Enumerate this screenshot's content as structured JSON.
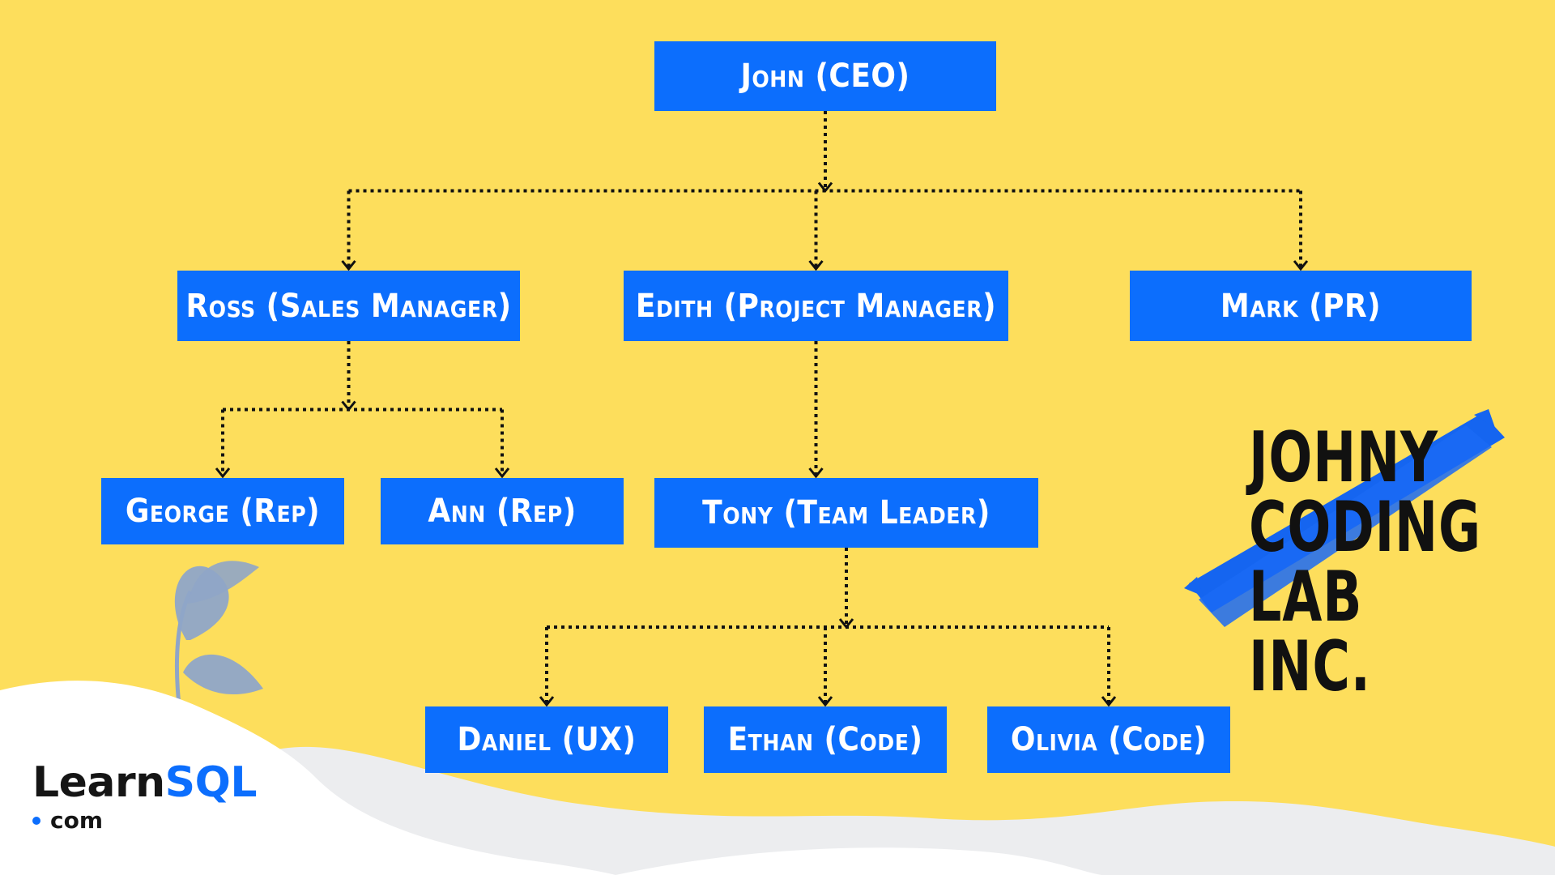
{
  "org_chart": {
    "nodes": [
      {
        "id": "john",
        "label": "John (CEO)"
      },
      {
        "id": "ross",
        "label": "Ross (Sales Manager)"
      },
      {
        "id": "edith",
        "label": "Edith (Project Manager)"
      },
      {
        "id": "mark",
        "label": "Mark (PR)"
      },
      {
        "id": "george",
        "label": "George (Rep)"
      },
      {
        "id": "ann",
        "label": "Ann (Rep)"
      },
      {
        "id": "tony",
        "label": "Tony (Team Leader)"
      },
      {
        "id": "daniel",
        "label": "Daniel (UX)"
      },
      {
        "id": "ethan",
        "label": "Ethan (Code)"
      },
      {
        "id": "olivia",
        "label": "Olivia (Code)"
      }
    ],
    "edges": [
      {
        "from": "john",
        "to": "ross"
      },
      {
        "from": "john",
        "to": "edith"
      },
      {
        "from": "john",
        "to": "mark"
      },
      {
        "from": "ross",
        "to": "george"
      },
      {
        "from": "ross",
        "to": "ann"
      },
      {
        "from": "edith",
        "to": "tony"
      },
      {
        "from": "tony",
        "to": "daniel"
      },
      {
        "from": "tony",
        "to": "ethan"
      },
      {
        "from": "tony",
        "to": "olivia"
      }
    ]
  },
  "company": {
    "line1": "JOHNY",
    "line2": "CODING",
    "line3": "LAB INC."
  },
  "logo": {
    "learn": "Learn",
    "sql": "SQL",
    "domain": "com"
  },
  "colors": {
    "background": "#FDDE5C",
    "box": "#0C6EFD",
    "box_text": "#FFFFFF",
    "connector": "#111111",
    "brush_stroke": "#1565F0",
    "plant": "#8FA5C8",
    "wave_light": "#ECEDEF",
    "wave_white": "#FFFFFF"
  }
}
